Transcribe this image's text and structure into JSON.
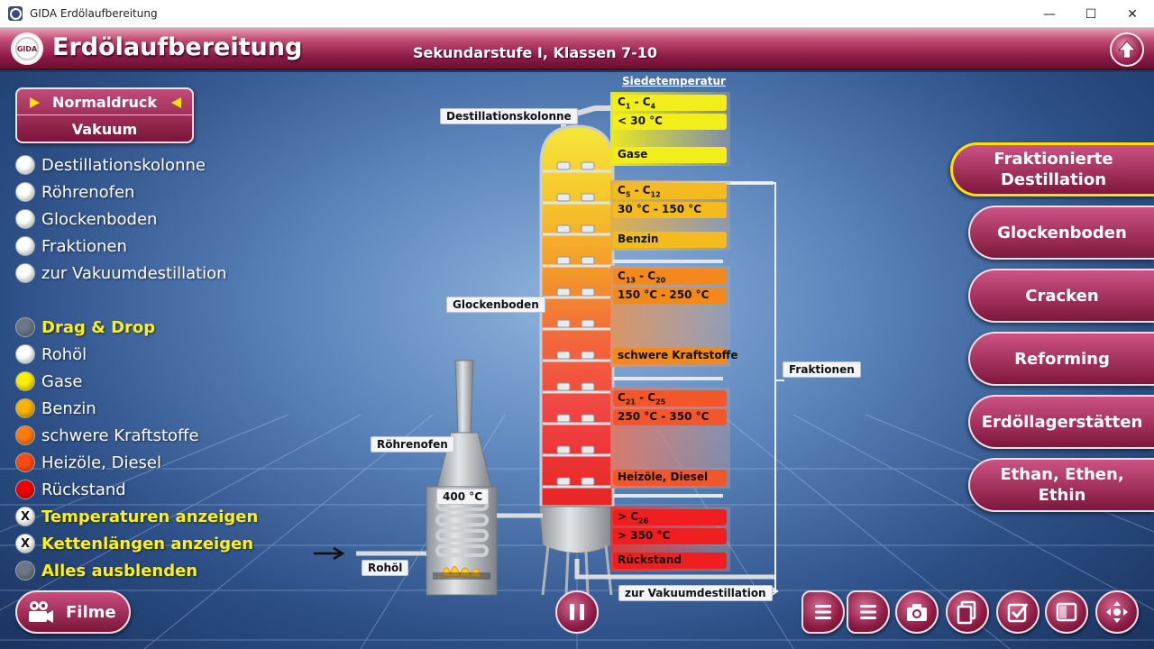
{
  "window": {
    "title": "GIDA Erdölaufbereitung",
    "minimize": "—",
    "maximize": "☐",
    "close": "✕"
  },
  "header": {
    "logo_text": "GIDA",
    "title": "Erdölaufbereitung",
    "subtitle": "Sekundarstufe I, Klassen 7-10"
  },
  "mode": {
    "normal": "Normaldruck",
    "vacuum": "Vakuum"
  },
  "toggles": [
    {
      "label": "Destillationskolonne",
      "color": "#ffffff"
    },
    {
      "label": "Röhrenofen",
      "color": "#ffffff"
    },
    {
      "label": "Glockenboden",
      "color": "#ffffff"
    },
    {
      "label": "Fraktionen",
      "color": "#ffffff"
    },
    {
      "label": "zur Vakuumdestillation",
      "color": "#ffffff"
    }
  ],
  "legend": [
    {
      "label": "Drag & Drop",
      "color": "#6e7788",
      "highlight": true,
      "mark": ""
    },
    {
      "label": "Rohöl",
      "color": "#ffffff",
      "highlight": false,
      "mark": ""
    },
    {
      "label": "Gase",
      "color": "#ffee00",
      "highlight": false,
      "mark": ""
    },
    {
      "label": "Benzin",
      "color": "#ffb300",
      "highlight": false,
      "mark": ""
    },
    {
      "label": "schwere Kraftstoffe",
      "color": "#ff7b0f",
      "highlight": false,
      "mark": ""
    },
    {
      "label": "Heizöle, Diesel",
      "color": "#ff4a12",
      "highlight": false,
      "mark": ""
    },
    {
      "label": "Rückstand",
      "color": "#ee0000",
      "highlight": false,
      "mark": ""
    },
    {
      "label": "Temperaturen anzeigen",
      "color": "#ffffff",
      "highlight": true,
      "mark": "X"
    },
    {
      "label": "Kettenlängen anzeigen",
      "color": "#ffffff",
      "highlight": true,
      "mark": "X"
    },
    {
      "label": "Alles ausblenden",
      "color": "#6e7788",
      "highlight": true,
      "mark": ""
    }
  ],
  "filme_label": "Filme",
  "nav": [
    {
      "label": "Fraktionierte Destillation",
      "active": true
    },
    {
      "label": "Glockenboden",
      "active": false
    },
    {
      "label": "Cracken",
      "active": false
    },
    {
      "label": "Reforming",
      "active": false
    },
    {
      "label": "Erdöllagerstätten",
      "active": false
    },
    {
      "label": "Ethan, Ethen, Ethin",
      "active": false
    }
  ],
  "diagram": {
    "siedetemperatur": "Siedetemperatur",
    "labels": {
      "kolonne": "Destillationskolonne",
      "glockenboden": "Glockenboden",
      "roehrenofen": "Röhrenofen",
      "ofen_temp": "400 °C",
      "rohoel": "Rohöl",
      "fraktionen": "Fraktionen",
      "vakuum": "zur Vakuumdestillation"
    },
    "fractions": [
      {
        "chain": "C",
        "chain_a": "1",
        "chain_sep": " - C",
        "chain_b": "4",
        "temp": "< 30 °C",
        "name": "Gase",
        "color": "#f2ee1c",
        "panel": "#eae81f"
      },
      {
        "chain": "C",
        "chain_a": "5",
        "chain_sep": " - C",
        "chain_b": "12",
        "temp": "30 °C - 150 °C",
        "name": "Benzin",
        "color": "#f3bb1e",
        "panel": "#ddb14a"
      },
      {
        "chain": "C",
        "chain_a": "13",
        "chain_sep": " - C",
        "chain_b": "20",
        "temp": "150 °C - 250 °C",
        "name": "schwere Kraftstoffe",
        "color": "#f3891c",
        "panel": "#d99566"
      },
      {
        "chain": "C",
        "chain_a": "21",
        "chain_sep": " - C",
        "chain_b": "25",
        "temp": "250 °C - 350 °C",
        "name": "Heizöle, Diesel",
        "color": "#f2562a",
        "panel": "#d77a6d"
      },
      {
        "chain": "> C",
        "chain_a": "26",
        "chain_sep": "",
        "chain_b": "",
        "temp": "> 350 °C",
        "name": "Rückstand",
        "color": "#f01e1e",
        "panel": "#df3a3a"
      }
    ]
  },
  "toolbar": [
    "menu-list-icon",
    "menu-list-icon",
    "camera-icon",
    "copy-icon",
    "checkbox-icon",
    "window-icon",
    "dpad-icon"
  ],
  "colors": {
    "accent": "#8c1c45",
    "highlight": "#ffe100"
  }
}
